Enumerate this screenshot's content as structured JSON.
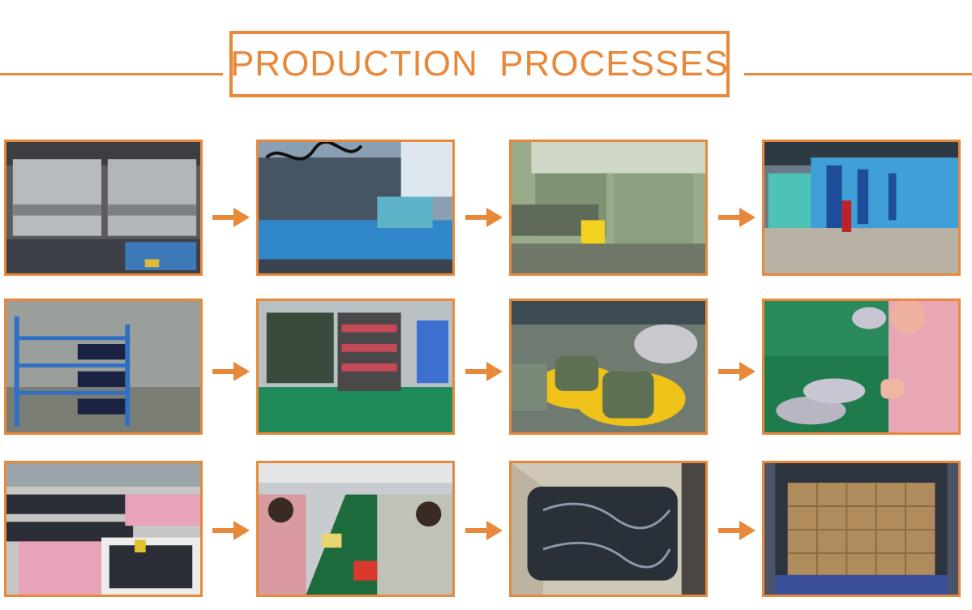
{
  "header": {
    "title": "PRODUCTION  PROCESSES"
  },
  "colors": {
    "accent": "#e8883a",
    "background": "#ffffff"
  },
  "rows": [
    {
      "steps": [
        {
          "name": "mold-equipment-photo"
        },
        {
          "name": "injection-machine-line-photo"
        },
        {
          "name": "press-machine-photo"
        },
        {
          "name": "molding-machine-line-photo"
        }
      ]
    },
    {
      "steps": [
        {
          "name": "drying-rack-photo"
        },
        {
          "name": "cart-storage-photo"
        },
        {
          "name": "shoe-molds-photo"
        },
        {
          "name": "finished-slides-inspection-photo"
        }
      ]
    },
    {
      "steps": [
        {
          "name": "sorting-bins-photo"
        },
        {
          "name": "assembly-line-photo"
        },
        {
          "name": "packaging-box-photo"
        },
        {
          "name": "container-loading-photo"
        }
      ]
    }
  ],
  "arrow_icon": "arrow-right-icon"
}
